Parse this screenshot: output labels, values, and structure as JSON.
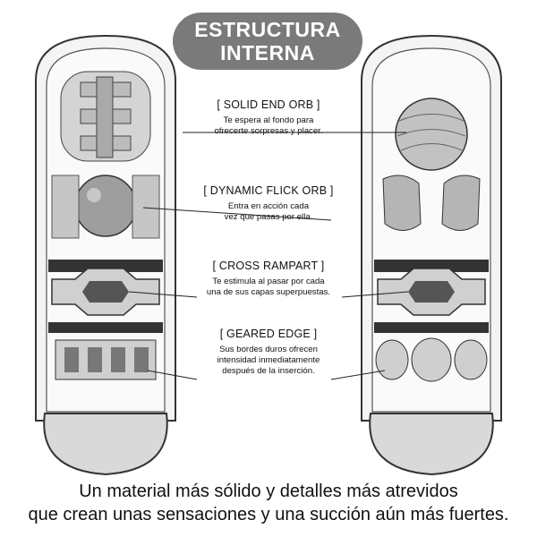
{
  "title": {
    "line1": "ESTRUCTURA",
    "line2": "INTERNA"
  },
  "callouts": [
    {
      "label": "[ SOLID END ORB ]",
      "desc1": "Te espera al fondo para",
      "desc2": "ofrecerte sorpresas y placer.",
      "desc3": ""
    },
    {
      "label": "[ DYNAMIC FLICK ORB ]",
      "desc1": "Entra en acción cada",
      "desc2": "vez que pasas por ella.",
      "desc3": ""
    },
    {
      "label": "[ CROSS RAMPART ]",
      "desc1": "Te estimula al pasar por cada",
      "desc2": "una de sus capas superpuestas.",
      "desc3": ""
    },
    {
      "label": "[ GEARED EDGE ]",
      "desc1": "Sus bordes duros ofrecen",
      "desc2": "intensidad inmediatamente",
      "desc3": "después de la inserción."
    }
  ],
  "footer": {
    "line1": "Un material más sólido y detalles más atrevidos",
    "line2": "que crean unas sensaciones y una succión aún más fuertes."
  },
  "colors": {
    "pill": "#7a7a7a",
    "outline": "#333333",
    "shade": "#bdbdbd",
    "light": "#e6e6e6"
  }
}
